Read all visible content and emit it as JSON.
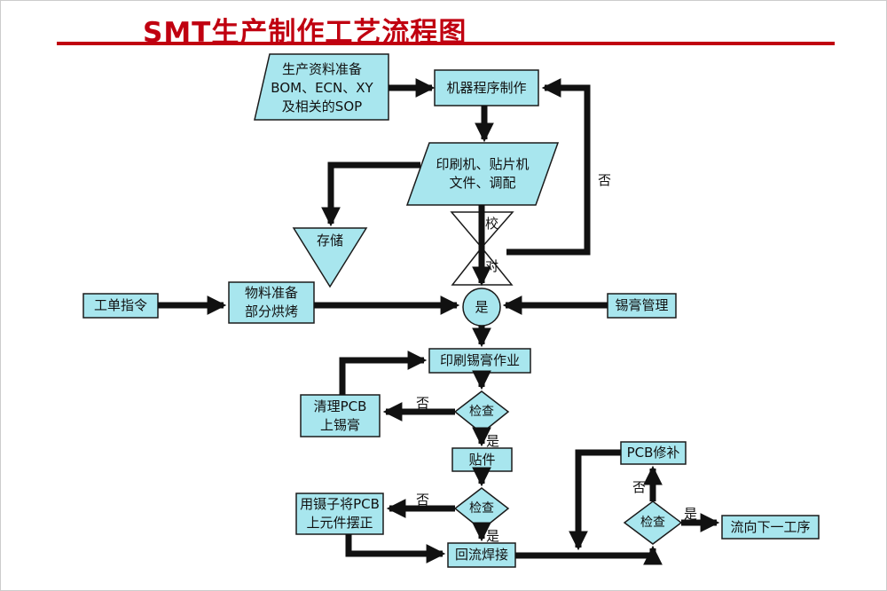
{
  "title": "SMT生产制作工艺流程图",
  "colors": {
    "title_red": "#c00010",
    "node_fill": "#a8e6ee",
    "line_black": "#111111"
  },
  "nodes": {
    "doc_prep": "生产资料准备\nBOM、ECN、XY\n及相关的SOP",
    "machine_program": "机器程序制作",
    "printer_file": "印刷机、贴片机\n文件、调配",
    "store": "存储",
    "collate_top": "校",
    "collate_bottom": "对",
    "gate": "是",
    "work_order": "工单指令",
    "material_prep": "物料准备\n部分烘烤",
    "solder_mgmt": "锡膏管理",
    "print_solder": "印刷锡膏作业",
    "check1": "检查",
    "clean_pcb": "清理PCB\n上锡膏",
    "paste": "贴件",
    "check2": "检查",
    "tweezers": "用镊子将PCB\n上元件摆正",
    "reflow": "回流焊接",
    "check3": "检查",
    "pcb_repair": "PCB修补",
    "next_process": "流向下一工序"
  },
  "labels": {
    "no_top": "否",
    "no_check1": "否",
    "yes_check1": "是",
    "no_check2": "否",
    "yes_check2": "是",
    "no_check3": "否",
    "yes_check3": "是"
  }
}
